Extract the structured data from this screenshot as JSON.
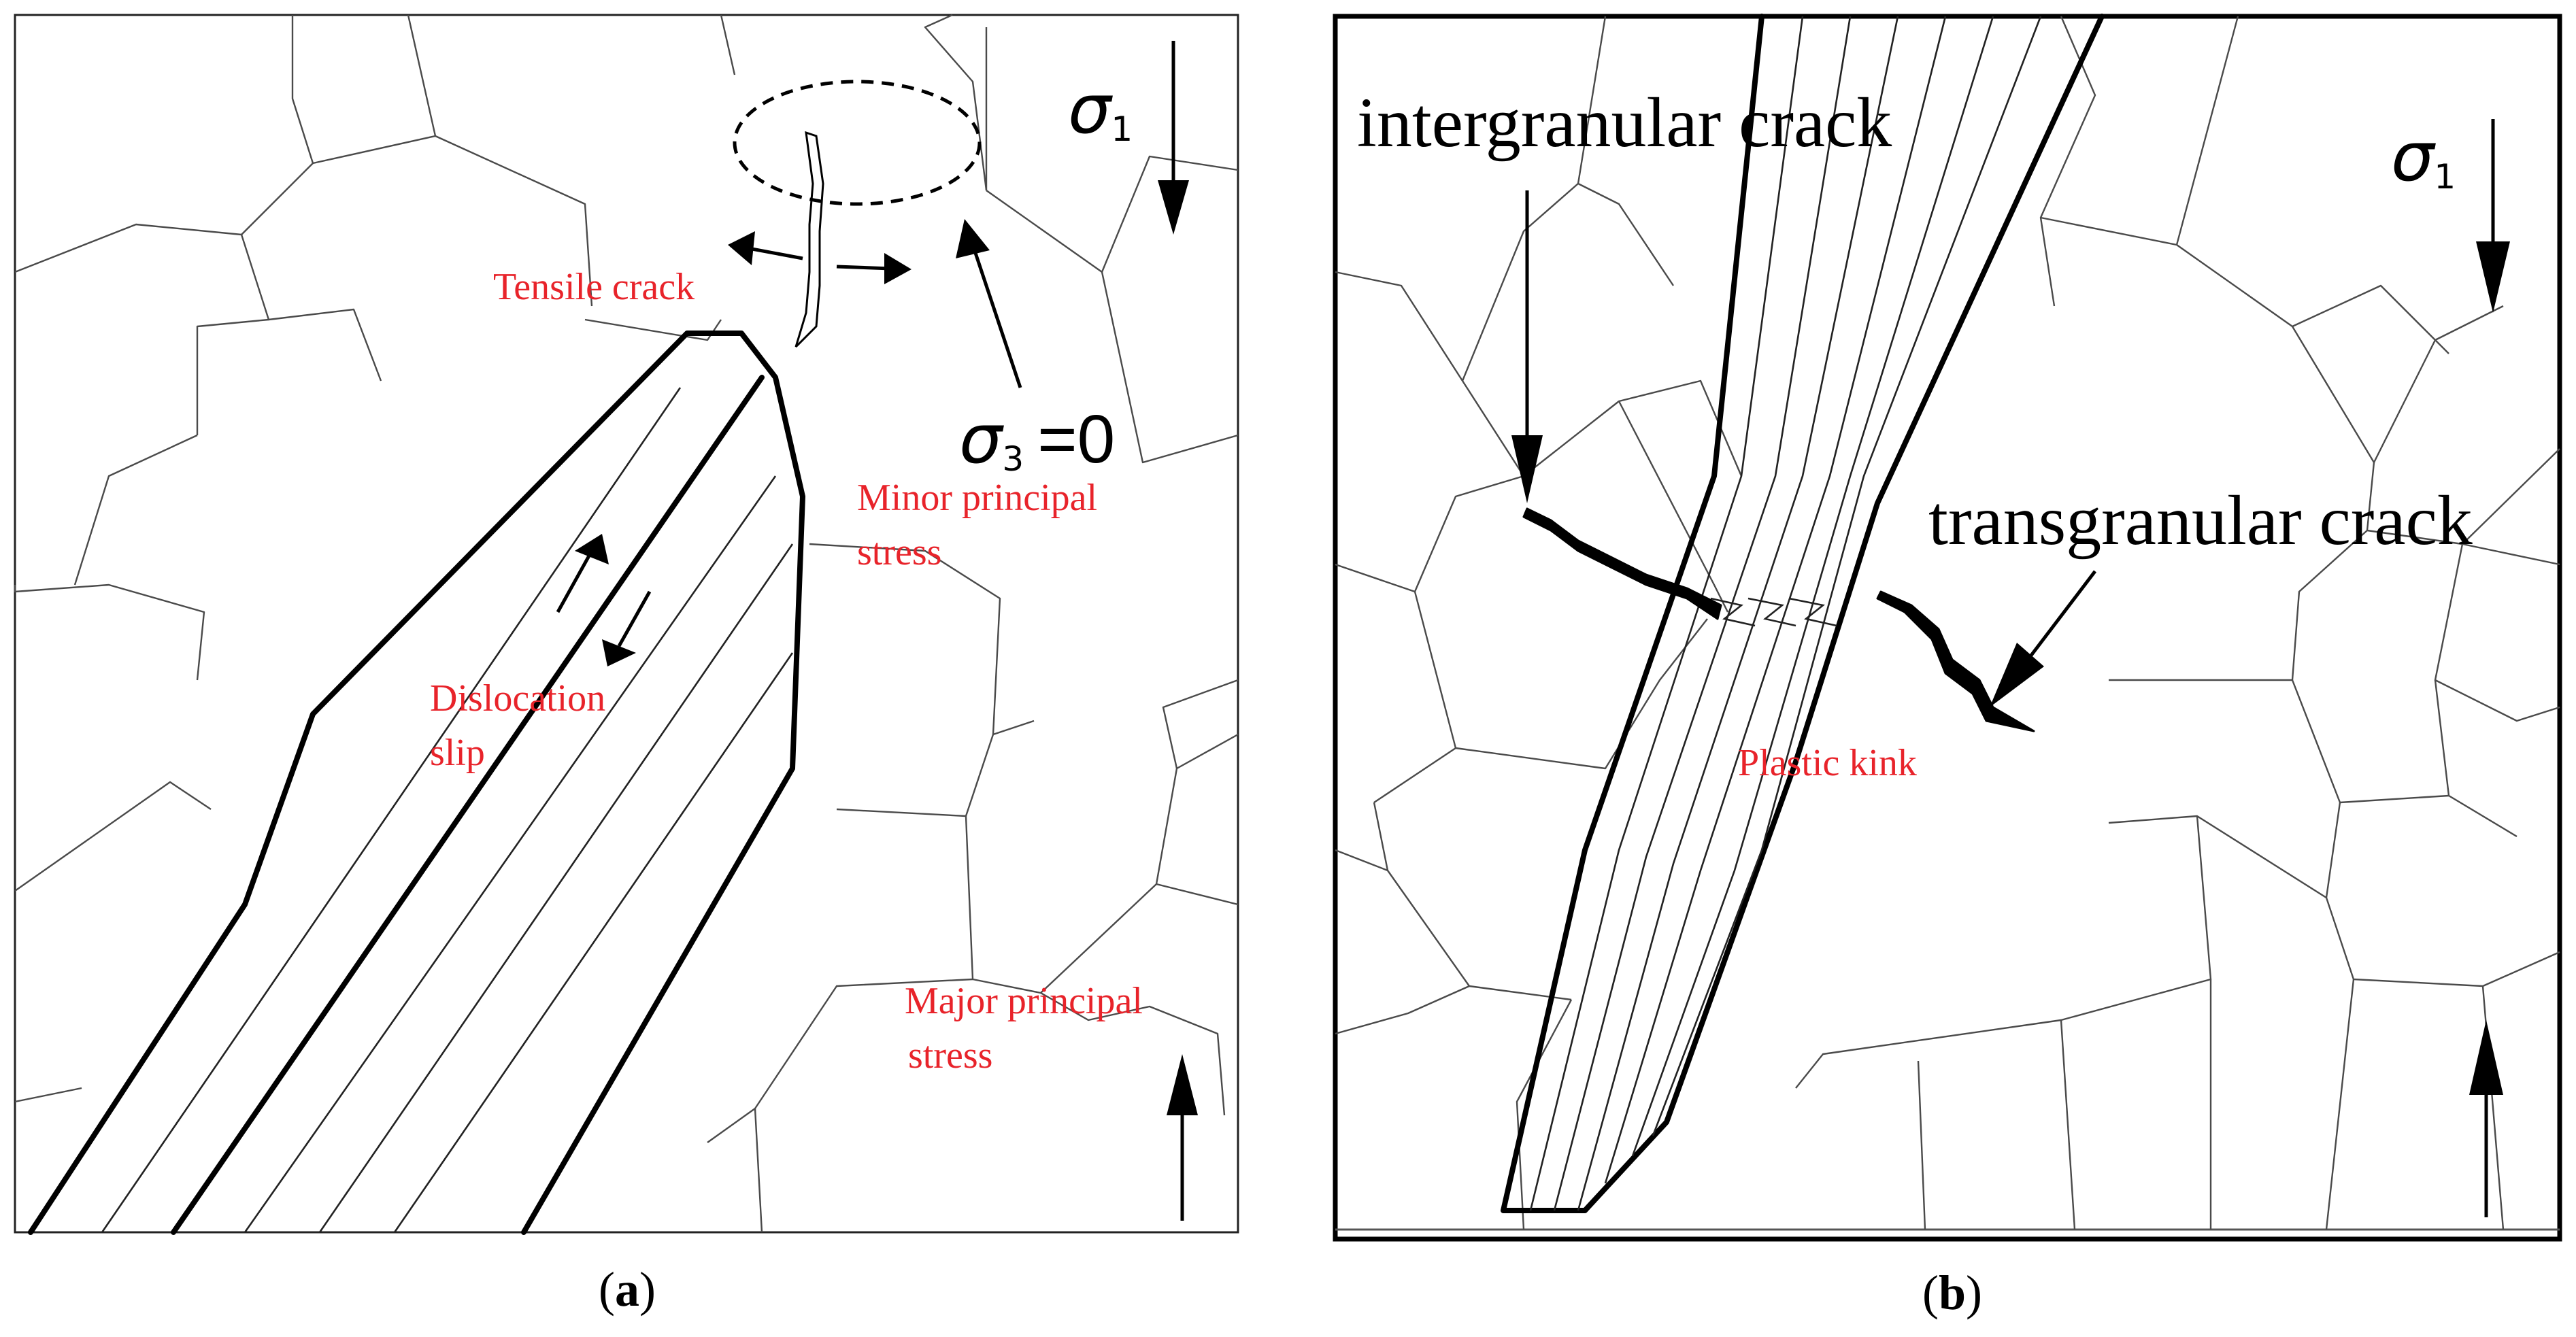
{
  "panel_a": {
    "caption_letter": "a",
    "labels": {
      "tensile_crack": "Tensile crack",
      "minor_principal_stress_line1": "Minor principal",
      "minor_principal_stress_line2": "stress",
      "dislocation_slip_line1": "Dislocation",
      "dislocation_slip_line2": "slip",
      "major_principal_stress_line1": "Major principal",
      "major_principal_stress_line2": "stress"
    },
    "sigma1": {
      "symbol": "σ",
      "subscript": "1"
    },
    "sigma3": {
      "symbol": "σ",
      "subscript": "3",
      "value": "=0"
    }
  },
  "panel_b": {
    "caption_letter": "b",
    "labels": {
      "intergranular_crack": "intergranular crack",
      "transgranular_crack": "transgranular crack",
      "plastic_kink": "Plastic kink"
    },
    "sigma1": {
      "symbol": "σ",
      "subscript": "1"
    }
  },
  "colors": {
    "annotation_red": "#e8232a",
    "line_black": "#000000",
    "grain_boundary": "#4a4a4a"
  }
}
